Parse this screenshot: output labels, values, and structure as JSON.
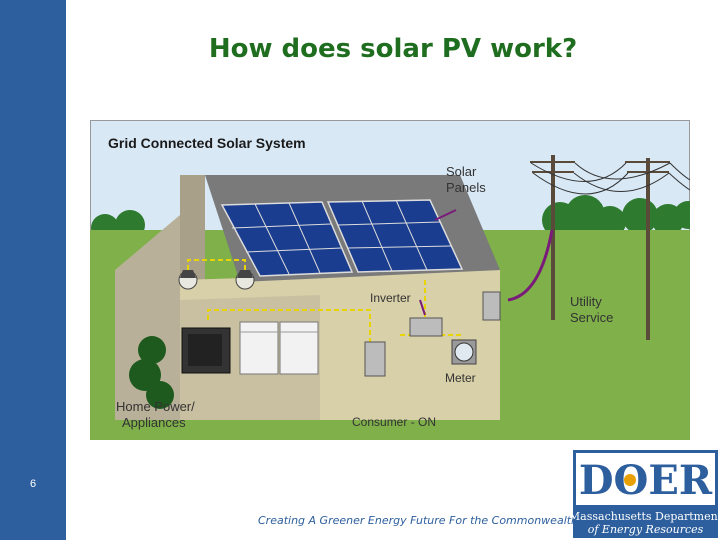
{
  "slide": {
    "title": "How does solar PV work?",
    "number": "6",
    "footer": "Creating A Greener Energy Future For the Commonwealth"
  },
  "diagram": {
    "heading": "Grid Connected  Solar System",
    "labels": {
      "solar_panels_1": "Solar",
      "solar_panels_2": "Panels",
      "utility_1": "Utility",
      "utility_2": "Service",
      "inverter": "Inverter",
      "meter": "Meter",
      "home_1": "Home Power/",
      "home_2": "Appliances",
      "consumer": "Consumer - ON"
    }
  },
  "logo": {
    "letters": "DOER",
    "line1": "Massachusetts Department",
    "line2": "of Energy Resources"
  },
  "colors": {
    "sidebar": "#2d5f9e",
    "title": "#1f6e1f",
    "sky": "#d8e8f5",
    "grass": "#7fb04a",
    "house": "#d8d0a8",
    "panel": "#1a3d8f",
    "roof": "#7a7a7a"
  }
}
